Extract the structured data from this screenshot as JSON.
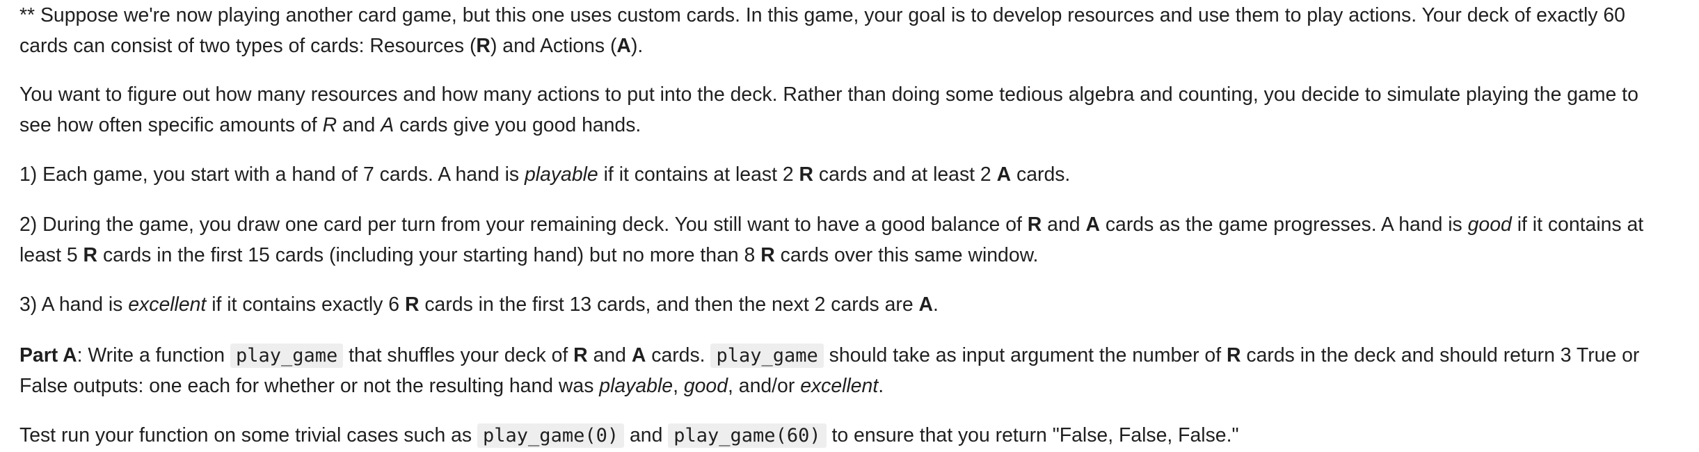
{
  "intro": {
    "line1": "** Suppose we're now playing another card game, but this one uses custom cards. In this game, your goal is to develop resources and use them to play actions. Your deck of exactly 60",
    "line2_a": "cards can consist of two types of cards: Resources (",
    "line2_r": "R",
    "line2_b": ") and Actions (",
    "line2_act": "A",
    "line2_c": ")."
  },
  "want": {
    "line1": "You want to figure out how many resources and how many actions to put into the deck. Rather than doing some tedious algebra and counting, you decide to simulate playing the game to",
    "line2_a": "see how often specific amounts of ",
    "line2_r": "R",
    "line2_b": " and ",
    "line2_act": "A",
    "line2_c": " cards give you good hands."
  },
  "rule1": {
    "a": "1) Each game, you start with a hand of 7 cards. A hand is ",
    "em": "playable",
    "b": " if it contains at least 2 ",
    "r": "R",
    "c": " cards and at least 2 ",
    "act": "A",
    "d": " cards."
  },
  "rule2": {
    "a": "2) During the game, you draw one card per turn from your remaining deck. You still want to have a good balance of ",
    "r": "R",
    "b": " and ",
    "act": "A",
    "c": " cards as the game progresses. A hand is ",
    "em": "good",
    "d": " if it contains at",
    "line2_a": "least 5 ",
    "line2_r1": "R",
    "line2_b": " cards in the first 15 cards (including your starting hand) but no more than 8 ",
    "line2_r2": "R",
    "line2_c": " cards over this same window."
  },
  "rule3": {
    "a": "3) A hand is ",
    "em": "excellent",
    "b": " if it contains exactly 6 ",
    "r": "R",
    "c": " cards in the first 13 cards, and then the next 2 cards are ",
    "act": "A",
    "d": "."
  },
  "part_a": {
    "label": "Part A",
    "a": ": Write a function ",
    "code1": "play_game",
    "b": " that shuffles your deck of ",
    "r": "R",
    "c": " and ",
    "act": "A",
    "d": " cards. ",
    "code2": "play_game",
    "e": " should take as input argument the number of ",
    "r2": "R",
    "f": " cards in the deck and should return 3 True or",
    "line2_a": "False outputs: one each for whether or not the resulting hand was ",
    "em1": "playable",
    "line2_b": ", ",
    "em2": "good",
    "line2_c": ", and/or ",
    "em3": "excellent",
    "line2_d": "."
  },
  "test": {
    "a": "Test run your function on some trivial cases such as ",
    "code1": "play_game(0)",
    "b": " and ",
    "code2": "play_game(60)",
    "c": " to ensure that you return \"False, False, False.\""
  }
}
